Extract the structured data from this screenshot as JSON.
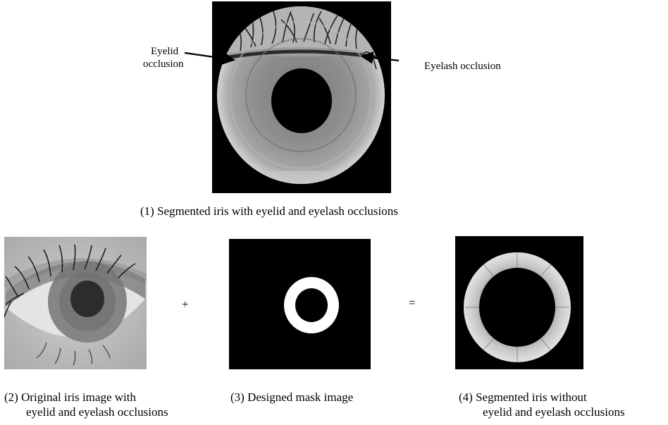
{
  "top": {
    "eyelid_label_line1": "Eyelid",
    "eyelid_label_line2": "occlusion",
    "eyelash_label": "Eyelash occlusion",
    "caption": "(1) Segmented iris with eyelid and eyelash occlusions"
  },
  "bottom": {
    "plus": "+",
    "equals": "=",
    "caption2_line1": "(2) Original iris image with",
    "caption2_line2": "eyelid and eyelash occlusions",
    "caption3": "(3) Designed mask image",
    "caption4_line1": "(4) Segmented iris without",
    "caption4_line2": "eyelid and eyelash occlusions"
  }
}
